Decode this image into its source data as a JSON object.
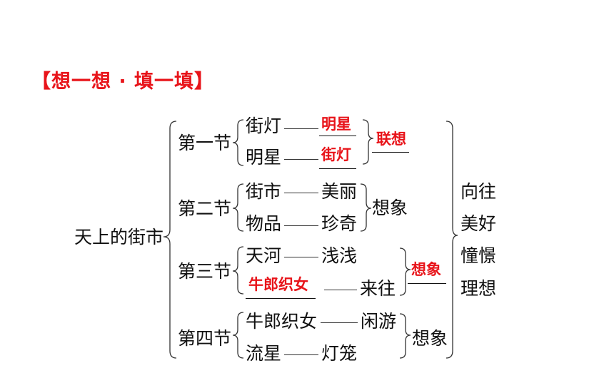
{
  "heading": "【想一想 · 填一填】",
  "root": "天上的街市",
  "sections": [
    {
      "label": "第一节",
      "rows": [
        {
          "left": "街灯",
          "right": "明星"
        },
        {
          "left": "明星",
          "right": "街灯"
        }
      ],
      "result": "联想"
    },
    {
      "label": "第二节",
      "rows": [
        {
          "left": "街市",
          "right": "美丽"
        },
        {
          "left": "物品",
          "right": "珍奇"
        }
      ],
      "result": "想象"
    },
    {
      "label": "第三节",
      "rows": [
        {
          "left": "天河",
          "right": "浅浅"
        },
        {
          "left": "牛郎织女",
          "right": "来往"
        }
      ],
      "result": "想象"
    },
    {
      "label": "第四节",
      "rows": [
        {
          "left": "牛郎织女",
          "right": "闲游"
        },
        {
          "left": "流星",
          "right": "灯笼"
        }
      ],
      "result": "想象"
    }
  ],
  "theme": [
    "向往",
    "美好",
    "憧憬",
    "理想"
  ],
  "colors": {
    "answer": "#e8141a",
    "text": "#111111",
    "line": "#333333"
  }
}
